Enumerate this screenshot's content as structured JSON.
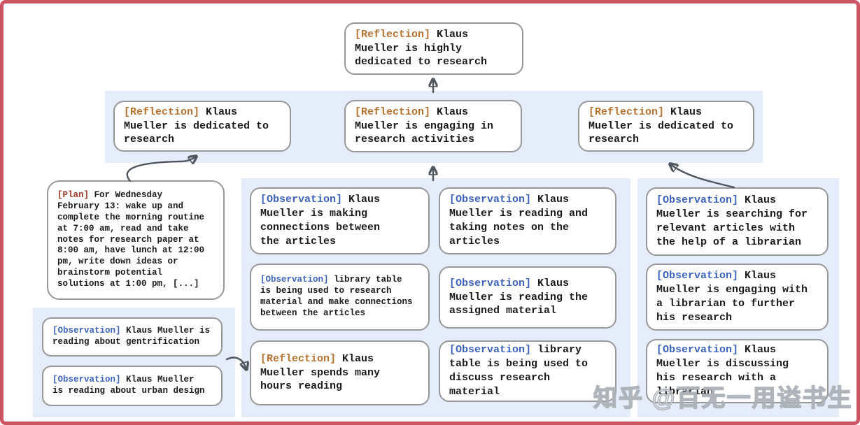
{
  "watermark": "知乎 @百无一用谥书生",
  "colors": {
    "frame_border": "#cc5563",
    "band_background": "#e4edf9",
    "node_border": "#989898",
    "node_background": "#ffffff",
    "reflection_tag": "#b5722f",
    "plan_tag": "#9e3723",
    "observation_tag": "#3c64bd",
    "body_text": "#1b1b1b",
    "arrow": "#4f565e"
  },
  "tree": {
    "root": {
      "tag": "[Reflection]",
      "text": " Klaus\nMueller is highly\ndedicated to research"
    },
    "reflections": [
      {
        "tag": "[Reflection]",
        "text": " Klaus\nMueller is dedicated to\nresearch"
      },
      {
        "tag": "[Reflection]",
        "text": " Klaus\nMueller is engaging in\nresearch activities"
      },
      {
        "tag": "[Reflection]",
        "text": " Klaus\nMueller is dedicated to\nresearch"
      }
    ],
    "plan": {
      "tag": "[Plan]",
      "text": " For Wednesday\nFebruary 13: wake up and\ncomplete the morning routine\nat 7:00 am, read and take\nnotes for research paper at\n8:00 am, have lunch at 12:00\npm, write down ideas or\nbrainstorm potential\nsolutions at 1:00 pm, [...]"
    },
    "left_observations": [
      {
        "tag": "[Observation]",
        "text": " Klaus Mueller is\nreading about gentrification"
      },
      {
        "tag": "[Observation]",
        "text": " Klaus Mueller\nis reading about urban design"
      }
    ],
    "middle_left": [
      {
        "tag": "[Observation]",
        "text": " Klaus\nMueller is making\nconnections between\nthe articles"
      },
      {
        "tag": "[Observation]",
        "text": " library table\nis being used to research\nmaterial and make connections\nbetween the articles"
      },
      {
        "tag": "[Reflection]",
        "text": " Klaus\nMueller spends many\nhours reading"
      }
    ],
    "middle_right": [
      {
        "tag": "[Observation]",
        "text": " Klaus\nMueller is reading and\ntaking notes on the\narticles"
      },
      {
        "tag": "[Observation]",
        "text": " Klaus\nMueller is reading the\nassigned material"
      },
      {
        "tag": "[Observation]",
        "text": " library\ntable is being used to\ndiscuss research material"
      }
    ],
    "right": [
      {
        "tag": "[Observation]",
        "text": " Klaus\nMueller is searching for\nrelevant articles with\nthe help of a librarian"
      },
      {
        "tag": "[Observation]",
        "text": " Klaus\nMueller is engaging with\na librarian to further\nhis research"
      },
      {
        "tag": "[Observation]",
        "text": " Klaus\nMueller is discussing\nhis research with a\nlibrarian"
      }
    ]
  }
}
